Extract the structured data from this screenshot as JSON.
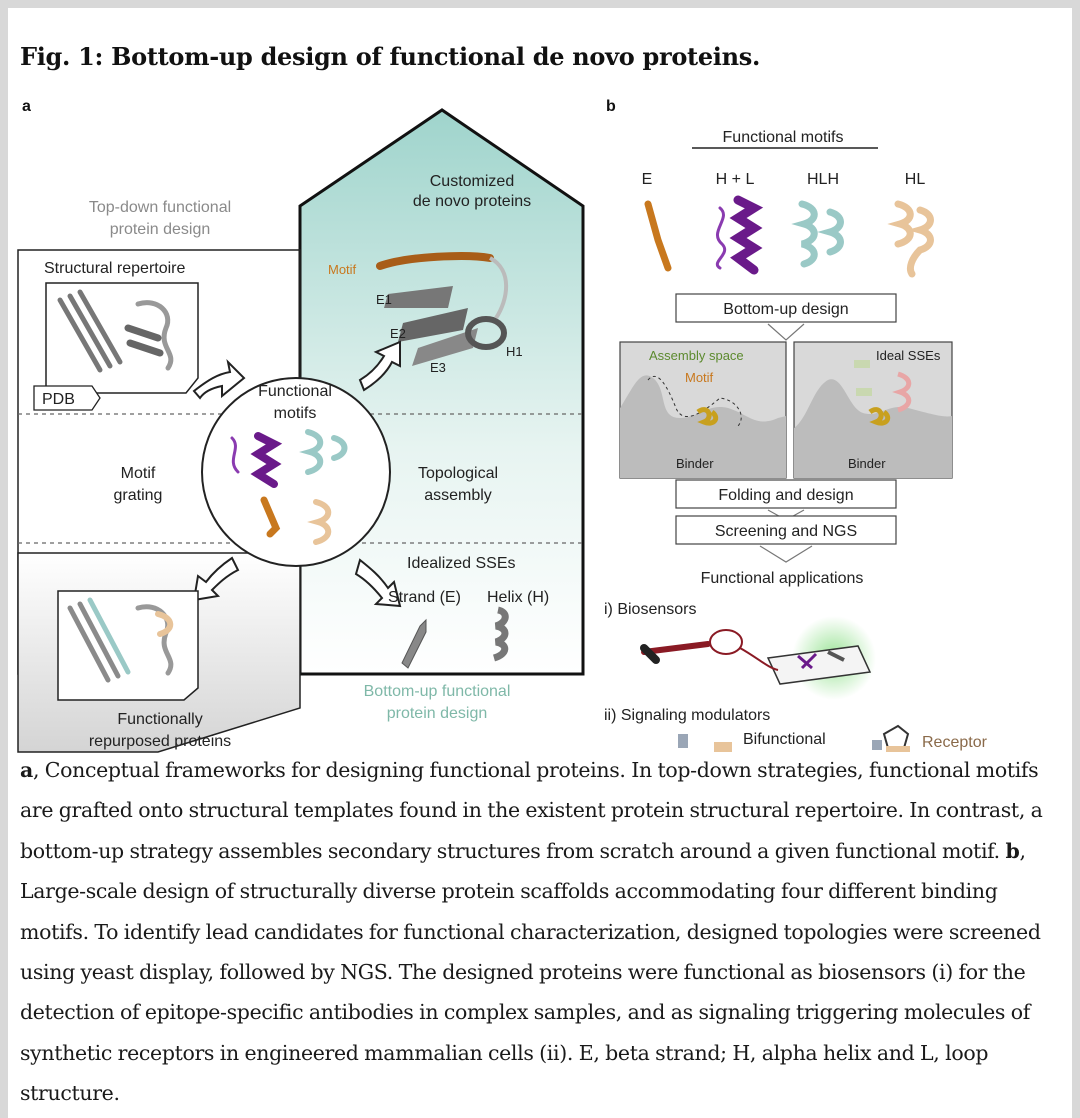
{
  "figure": {
    "title": "Fig. 1: Bottom-up design of functional de novo proteins.",
    "panel_a": {
      "letter": "a",
      "top_down_title": [
        "Top-down functional",
        "protein design"
      ],
      "structural_repertoire": "Structural repertoire",
      "pdb": "PDB",
      "customized": [
        "Customized",
        "de novo proteins"
      ],
      "motif": "Motif",
      "e1": "E1",
      "e2": "E2",
      "e3": "E3",
      "h1": "H1",
      "functional_motifs": [
        "Functional",
        "motifs"
      ],
      "motif_grating": [
        "Motif",
        "grating"
      ],
      "topological_assembly": [
        "Topological",
        "assembly"
      ],
      "idealized_sses": "Idealized SSEs",
      "strand": "Strand (E)",
      "helix": "Helix (H)",
      "functionally_repurposed": [
        "Functionally",
        "repurposed proteins"
      ],
      "bottom_up_title": [
        "Bottom-up functional",
        "protein design"
      ]
    },
    "panel_b": {
      "letter": "b",
      "functional_motifs": "Functional motifs",
      "motif_labels": [
        "E",
        "H + L",
        "HLH",
        "HL"
      ],
      "bottom_up_design": "Bottom-up design",
      "assembly_space": "Assembly space",
      "motif": "Motif",
      "ideal_sses": "Ideal SSEs",
      "binder": "Binder",
      "folding_and_design": "Folding and design",
      "screening_and_ngs": "Screening and NGS",
      "functional_applications": "Functional applications",
      "biosensors": "i) Biosensors",
      "signaling_modulators": "ii) Signaling modulators",
      "bifunctional": "Bifunctional",
      "receptor": "Receptor"
    }
  },
  "caption": {
    "a_letter": "a",
    "a_text": ", Conceptual frameworks for designing functional proteins. In top-down strategies, functional motifs are grafted onto structural templates found in the existent protein structural repertoire. In contrast, a bottom-up strategy assembles secondary structures from scratch around a given functional motif. ",
    "b_letter": "b",
    "b_text": ", Large-scale design of structurally diverse protein scaffolds accommodating four different binding motifs. To identify lead candidates for functional characterization, designed topologies were screened using yeast display, followed by NGS. The designed proteins were functional as biosensors (i) for the detection of epitope-specific antibodies in complex samples, and as signaling triggering molecules of synthetic receptors in engineered mammalian cells (ii). E, beta strand; H, alpha helix and L, loop structure."
  }
}
